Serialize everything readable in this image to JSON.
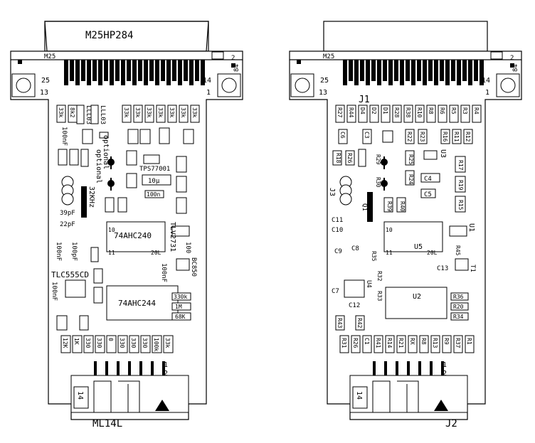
{
  "left_board": {
    "connector_label": "M25HP284",
    "connector_short": "M25",
    "pin_25": "25",
    "pin_13": "13",
    "pin_14": "14",
    "pin_1": "1",
    "jumper_no": "2",
    "jumper_4": "84",
    "chip_74ahc240": "74AHC240",
    "chip_74ahc244": "74AHC244",
    "chip_tps": "TPS77001",
    "chip_tlv": "TLV2731",
    "chip_tlc": "TLC555CD",
    "chip_pin10": "10",
    "chip_pin11": "11",
    "chip_pin20": "20L",
    "label_optional1": "optional",
    "label_optional2": "optional",
    "label_32khz": "32KHz",
    "label_39pf": "39pF",
    "label_22pf": "22pF",
    "label_100nf_a": "100nF",
    "label_100nf_b": "100nF",
    "label_100pf": "100pF",
    "label_100nf_c": "100nF",
    "label_100nf_d": "100nF",
    "label_10u": "10μ",
    "label_100n": "100n",
    "label_bc850": "BC850",
    "label_100": "100",
    "label_llld3_1": "LLL03",
    "label_llld3_2": "LLL03",
    "label_330k": "330k",
    "label_1m": "1M",
    "label_68k": "68K",
    "top_resistors": [
      "33k",
      "8k2",
      "",
      "33k",
      "33k",
      "33k",
      "33k",
      "33k",
      "33k",
      "33k",
      "33k"
    ],
    "bottom_resistors": [
      "12K",
      "1K",
      "330",
      "330",
      "0",
      "330",
      "330",
      "330",
      "100k",
      "33k"
    ],
    "header_label": "ML14L",
    "header_pin14": "14",
    "header_pin1": "1",
    "header_pin2": "2"
  },
  "right_board": {
    "connector_short": "M25",
    "pin_25": "25",
    "pin_13": "13",
    "pin_14": "14",
    "pin_1": "1",
    "jumper_no": "2",
    "jumper_4": "84",
    "label_j1": "J1",
    "label_j2": "J2",
    "label_j3": "J3",
    "label_u1": "U1",
    "label_u2": "U2",
    "label_u3": "U3",
    "label_u4": "U4",
    "label_u5": "U5",
    "label_q1": "Q1",
    "label_t1": "T1",
    "chip_pin10": "10",
    "chip_pin11": "11",
    "chip_pin20": "20L",
    "top_refs": [
      "R27",
      "R44",
      "D4",
      "D2",
      "D1",
      "R28",
      "R38",
      "R10",
      "R8",
      "R6",
      "R5",
      "R3",
      "R4"
    ],
    "row2_refs": [
      "C6",
      "C3",
      "R22",
      "R23",
      "R16",
      "R11",
      "R12"
    ],
    "caps_misc": [
      "C4",
      "C5",
      "C11",
      "C10",
      "C9",
      "C8",
      "C13",
      "C7",
      "C12"
    ],
    "mid_refs": [
      "R18",
      "R26",
      "R29",
      "R30",
      "R25",
      "R24",
      "R17",
      "R19",
      "R15",
      "R39",
      "R40",
      "R35",
      "R32",
      "R33",
      "R45"
    ],
    "side_refs": [
      "R36",
      "R20",
      "R34"
    ],
    "bottom_refs": [
      "R31",
      "R26",
      "C1",
      "R41",
      "R14",
      "R21",
      "RX",
      "R8",
      "R13",
      "R9",
      "R37",
      "R1"
    ],
    "misc_refs": [
      "R43",
      "R42"
    ],
    "header_pin14": "14",
    "header_pin1": "1",
    "header_pin2": "2"
  }
}
